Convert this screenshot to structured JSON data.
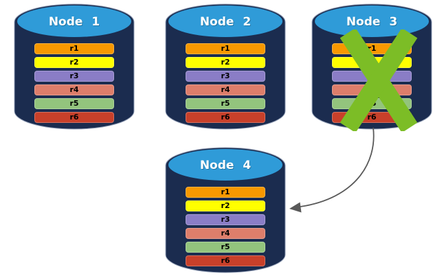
{
  "colors": {
    "background": "#FFFFFF",
    "cylinder_body": "#1B2C4F",
    "cylinder_top": "#2F9BD8",
    "cylinder_outline": "#9AA6BC",
    "title_text": "#FFFFFF",
    "row_text": "#000000",
    "x_mark": "#7CBD26",
    "arrow": "#595959"
  },
  "nodes": [
    {
      "title": "Node 1",
      "failed": false,
      "rows": [
        {
          "label": "r1",
          "color": "#F89800"
        },
        {
          "label": "r2",
          "color": "#FFFF00"
        },
        {
          "label": "r3",
          "color": "#8A7DC6"
        },
        {
          "label": "r4",
          "color": "#DD7E6B"
        },
        {
          "label": "r5",
          "color": "#93C47D"
        },
        {
          "label": "r6",
          "color": "#C8402A"
        }
      ]
    },
    {
      "title": "Node 2",
      "failed": false,
      "rows": [
        {
          "label": "r1",
          "color": "#F89800"
        },
        {
          "label": "r2",
          "color": "#FFFF00"
        },
        {
          "label": "r3",
          "color": "#8A7DC6"
        },
        {
          "label": "r4",
          "color": "#DD7E6B"
        },
        {
          "label": "r5",
          "color": "#93C47D"
        },
        {
          "label": "r6",
          "color": "#C8402A"
        }
      ]
    },
    {
      "title": "Node 3",
      "failed": true,
      "rows": [
        {
          "label": "r1",
          "color": "#F89800"
        },
        {
          "label": "r2",
          "color": "#FFFF00"
        },
        {
          "label": "r3",
          "color": "#8A7DC6"
        },
        {
          "label": "r4",
          "color": "#DD7E6B"
        },
        {
          "label": "r5",
          "color": "#93C47D"
        },
        {
          "label": "r6",
          "color": "#C8402A"
        }
      ]
    },
    {
      "title": "Node 4",
      "failed": false,
      "rows": [
        {
          "label": "r1",
          "color": "#F89800"
        },
        {
          "label": "r2",
          "color": "#FFFF00"
        },
        {
          "label": "r3",
          "color": "#8A7DC6"
        },
        {
          "label": "r4",
          "color": "#DD7E6B"
        },
        {
          "label": "r5",
          "color": "#93C47D"
        },
        {
          "label": "r6",
          "color": "#C8402A"
        }
      ]
    }
  ],
  "arrow": {
    "from": "Node 3",
    "to": "Node 4"
  }
}
